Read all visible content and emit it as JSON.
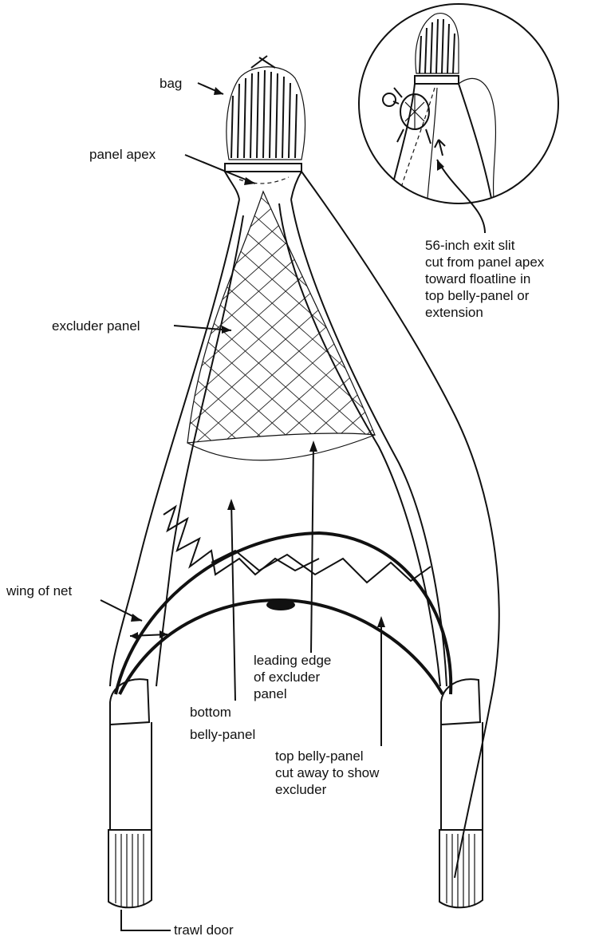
{
  "labels": {
    "bag": "bag",
    "panel_apex": "panel apex",
    "excluder_panel": "excluder panel",
    "exit_slit": [
      "56-inch exit slit",
      "cut from panel apex",
      "toward floatline in",
      "top belly-panel or",
      "extension"
    ],
    "wing_of_net": "wing of net",
    "leading_edge": [
      "leading edge",
      "of excluder",
      "panel"
    ],
    "bottom_belly_panel": [
      "bottom",
      "belly-panel"
    ],
    "top_belly_panel": [
      "top belly-panel",
      "cut away to show",
      "excluder"
    ],
    "trawl_door": "trawl door"
  },
  "colors": {
    "ink": "#111111",
    "paper": "#ffffff"
  }
}
